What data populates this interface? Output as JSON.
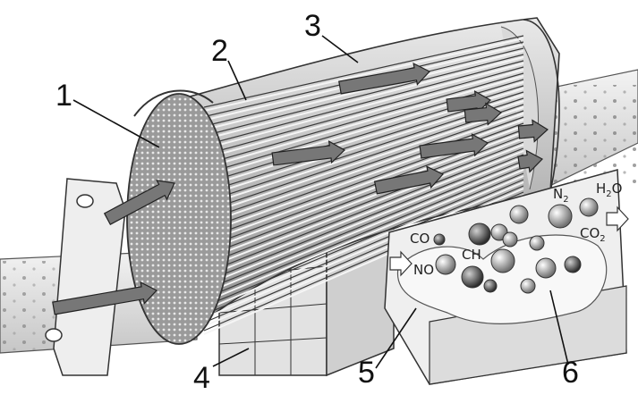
{
  "callouts": {
    "n1": "1",
    "n2": "2",
    "n3": "3",
    "n4": "4",
    "n5": "5",
    "n6": "6"
  },
  "chemistry": {
    "co": "CO",
    "no": "NO",
    "ch": "CH",
    "n2_symbol": "N",
    "n2_sub": "2",
    "h2o_h": "H",
    "h2o_sub": "2",
    "h2o_o": "O",
    "co2_symbol": "CO",
    "co2_sub": "2"
  },
  "colors": {
    "ink": "#1a1a1a",
    "shell": "#bdbdbd",
    "shell_dark": "#7a7a7a",
    "pipe": "#d8d8d8",
    "arrow": "#777777",
    "block": "#e6e6e6"
  },
  "icons": [
    "exhaust-flow-arrow",
    "molecule-sphere",
    "converter-shell",
    "honeycomb-support"
  ]
}
